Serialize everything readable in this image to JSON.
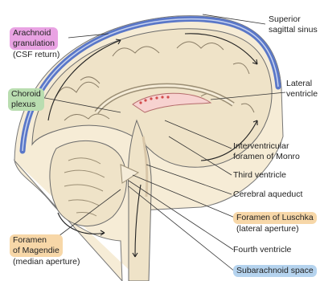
{
  "labels": {
    "superior_sagittal_sinus": [
      "Superior",
      "sagittal sinus"
    ],
    "arachnoid_granulation": [
      "Arachnoid",
      "granulation",
      "(CSF return)"
    ],
    "lateral_ventricle": [
      "Lateral",
      "ventricle"
    ],
    "choroid_plexus": [
      "Choroid",
      "plexus"
    ],
    "interventricular_foramen": [
      "Interventricular",
      "foramen of Monro"
    ],
    "third_ventricle": "Third ventricle",
    "cerebral_aqueduct": "Cerebral aqueduct",
    "foramen_of_luschka": [
      "Foramen of Luschka",
      "(lateral aperture)"
    ],
    "foramen_of_magendie": [
      "Foramen",
      "of Magendie",
      "(median aperture)"
    ],
    "fourth_ventricle": "Fourth ventricle",
    "subarachnoid_space": "Subarachnoid space"
  },
  "colors": {
    "pink_highlight": "#e9a3e3",
    "green_highlight": "#b9ddb0",
    "orange_highlight": "#f7d7a8",
    "blue_highlight": "#b5d3ee",
    "sinus_blue": "#5a77c8",
    "brain_tissue": "#efe3c8"
  }
}
